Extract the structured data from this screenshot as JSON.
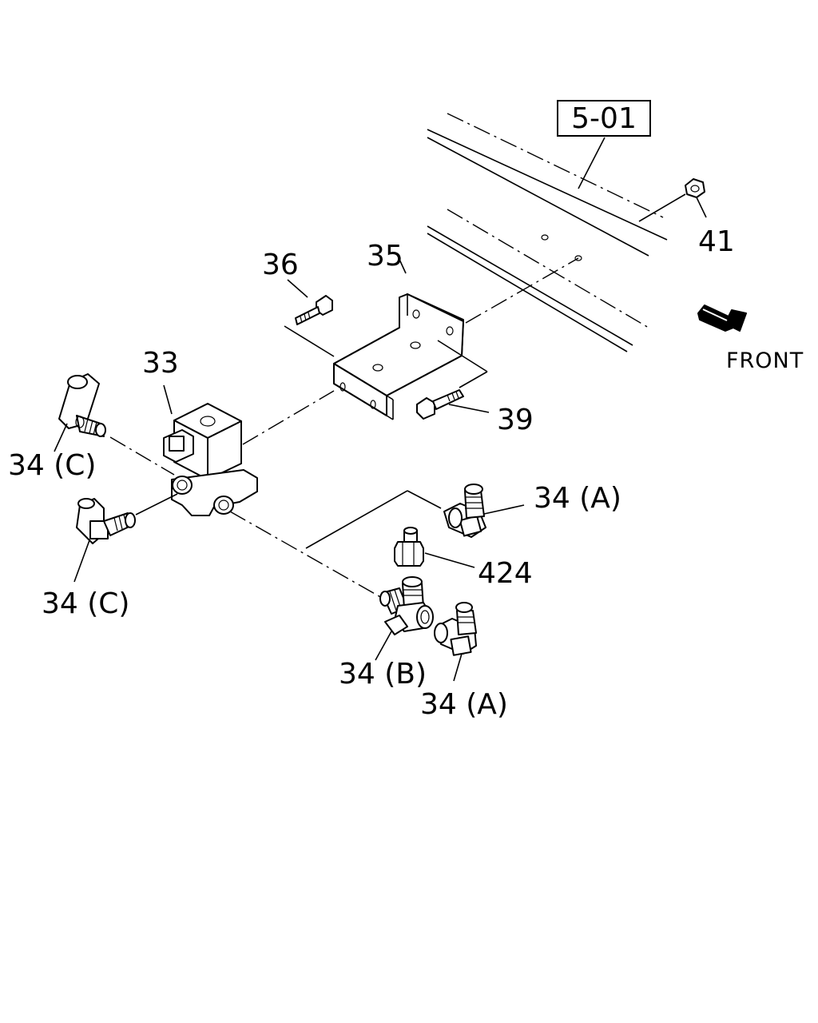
{
  "diagram": {
    "reference": "5-01",
    "direction_label": "FRONT",
    "callouts": {
      "p41": "41",
      "p36": "36",
      "p35": "35",
      "p33": "33",
      "p39": "39",
      "p34c_top": "34 (C)",
      "p34c_bottom": "34 (C)",
      "p34a_top": "34 (A)",
      "p424": "424",
      "p34b": "34 (B)",
      "p34a_bottom": "34 (A)"
    }
  }
}
